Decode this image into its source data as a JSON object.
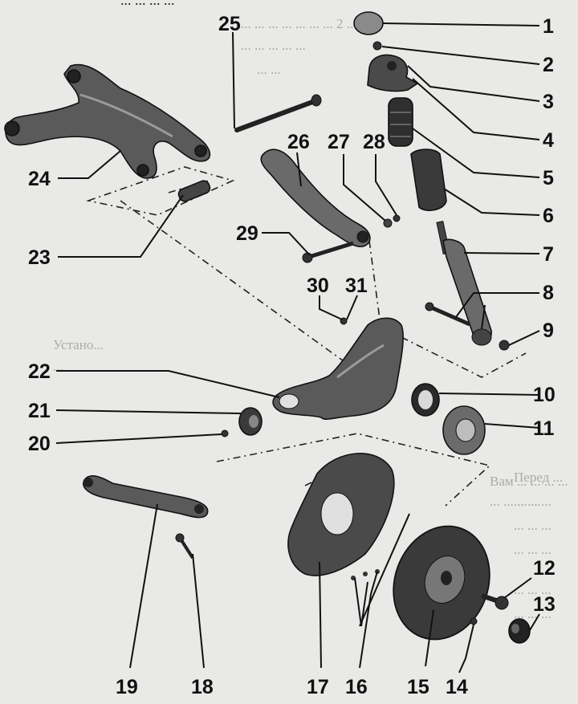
{
  "figure": {
    "top_text": "... ... ... ...",
    "background_text": [
      "... ... ... ... ... ... ... 2 ...",
      "... ... ... ... ...",
      "... ...",
      "Устано...",
      "...",
      "Вам ... ... ... ...",
      "... ... ... ...",
      "Перед ...",
      "... ... ...",
      "... ... ...",
      "... ... ...",
      "... ... ...",
      "... ... ..."
    ]
  },
  "callouts": [
    {
      "id": "1",
      "label": "1"
    },
    {
      "id": "2",
      "label": "2"
    },
    {
      "id": "3",
      "label": "3"
    },
    {
      "id": "4",
      "label": "4"
    },
    {
      "id": "5",
      "label": "5"
    },
    {
      "id": "6",
      "label": "6"
    },
    {
      "id": "7",
      "label": "7"
    },
    {
      "id": "8",
      "label": "8"
    },
    {
      "id": "9",
      "label": "9"
    },
    {
      "id": "10",
      "label": "10"
    },
    {
      "id": "11",
      "label": "11"
    },
    {
      "id": "12",
      "label": "12"
    },
    {
      "id": "13",
      "label": "13"
    },
    {
      "id": "14",
      "label": "14"
    },
    {
      "id": "15",
      "label": "15"
    },
    {
      "id": "16",
      "label": "16"
    },
    {
      "id": "17",
      "label": "17"
    },
    {
      "id": "18",
      "label": "18"
    },
    {
      "id": "19",
      "label": "19"
    },
    {
      "id": "20",
      "label": "20"
    },
    {
      "id": "21",
      "label": "21"
    },
    {
      "id": "22",
      "label": "22"
    },
    {
      "id": "23",
      "label": "23"
    },
    {
      "id": "24",
      "label": "24"
    },
    {
      "id": "25",
      "label": "25"
    },
    {
      "id": "26",
      "label": "26"
    },
    {
      "id": "27",
      "label": "27"
    },
    {
      "id": "28",
      "label": "28"
    },
    {
      "id": "29",
      "label": "29"
    },
    {
      "id": "30",
      "label": "30"
    },
    {
      "id": "31",
      "label": "31"
    }
  ],
  "colors": {
    "paper": "#e9e9e7",
    "ink": "#111111",
    "part_dark": "#3a3a3a",
    "part_mid": "#6b6b6b",
    "part_light": "#9a9a9a"
  }
}
